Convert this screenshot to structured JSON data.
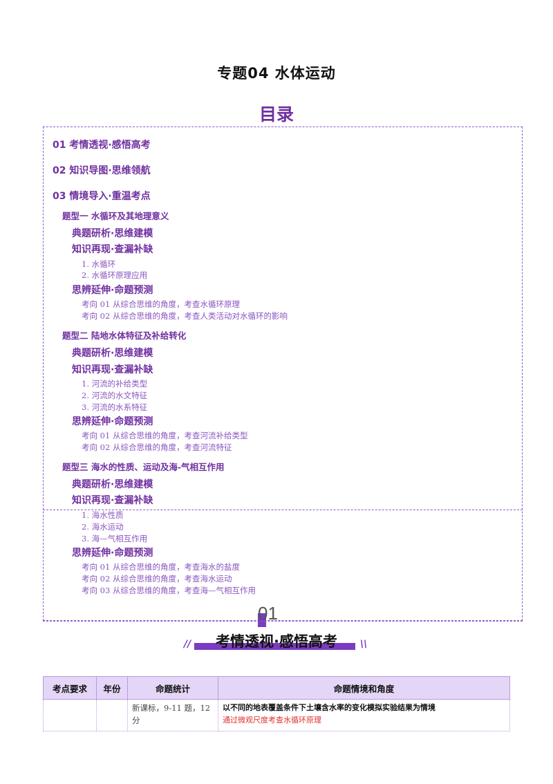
{
  "page_title": "专题04  水体运动",
  "toc_heading": "目录",
  "toc": {
    "s1": "01 考情透视·感悟高考",
    "s2": "02 知识导图·思维领航",
    "s3": "03 情境导入·重温考点",
    "t1": {
      "title": "题型一  水循环及其地理意义",
      "a": "典题研析·思维建模",
      "b": "知识再现·查漏补缺",
      "b_items": [
        "1.  水循环",
        "2. 水循环原理应用"
      ],
      "c": "思辨延伸·命题预测",
      "c_items": [
        "考向 01 从综合思维的角度，考查水循环原理",
        "考向 02  从综合思维的角度，考查人类活动对水循环的影响"
      ]
    },
    "t2": {
      "title": "题型二  陆地水体特征及补给转化",
      "a": "典题研析·思维建模",
      "b": "知识再现·查漏补缺",
      "b_items": [
        "1. 河流的补给类型",
        "2.  河流的水文特征",
        "3. 河流的水系特征"
      ],
      "c": "思辨延伸·命题预测",
      "c_items": [
        "考向 01 从综合思维的角度，考查河流补给类型",
        "考向 02  从综合思维的角度，考查河流特征"
      ]
    },
    "t3": {
      "title": "题型三  海水的性质、运动及海-气相互作用",
      "a": "典题研析·思维建模",
      "b": "知识再现·查漏补缺",
      "b_items": [
        "1.  海水性质",
        "2.  海水运动",
        "3.  海—气相互作用"
      ],
      "c": "思辨延伸·命题预测",
      "c_items": [
        "考向 01 从综合思维的角度，考查海水的盐度",
        "考向 02 从综合思维的角度，考查海水运动",
        "考向 03 从综合思维的角度，考查海—气相互作用"
      ]
    }
  },
  "section": {
    "num": "01",
    "title": "考情透视·感悟高考",
    "deco_left": "//",
    "deco_right": "\\\\"
  },
  "table": {
    "headers": [
      "考点要求",
      "年份",
      "命题统计",
      "命题情境和角度"
    ],
    "row1": {
      "req": "",
      "year": "",
      "stat": "新课标，9-11 题，12 分",
      "ctx1": "以不同的地表覆盖条件下土壤含水率的变化模拟实验结果为情境",
      "ctx2": "通过微观尺度考查水循环原理"
    }
  },
  "colors": {
    "accent": "#7030a0",
    "header_bg": "#e4d6f7",
    "highlight_red": "#e03030"
  }
}
